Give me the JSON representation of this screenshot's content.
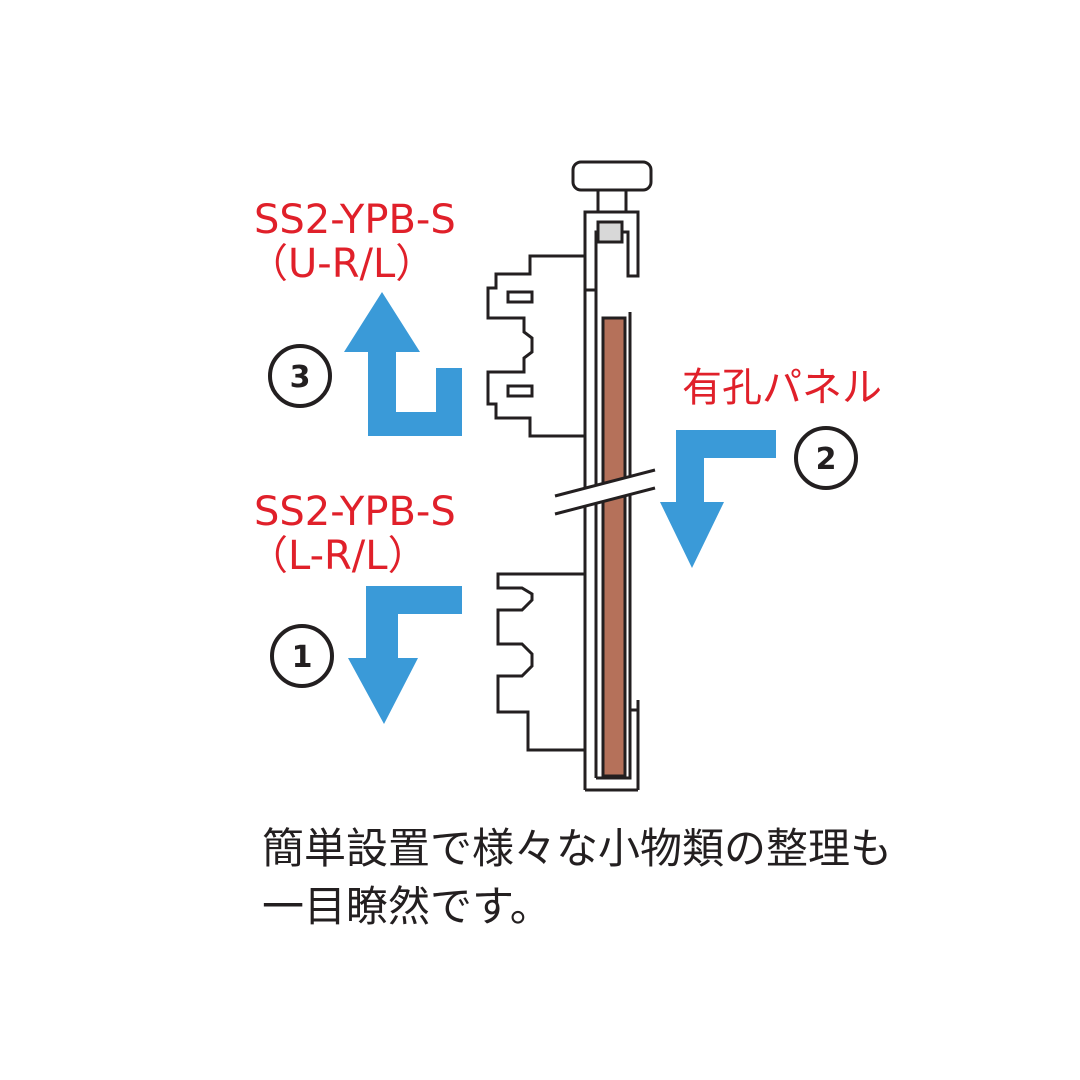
{
  "labels": {
    "upper_model": "SS2-YPB-S",
    "upper_variant": "（U-R/L）",
    "lower_model": "SS2-YPB-S",
    "lower_variant": "（L-R/L）",
    "panel": "有孔パネル"
  },
  "steps": {
    "step1": "1",
    "step2": "2",
    "step3": "3"
  },
  "caption": {
    "line1": "簡単設置で様々な小物類の整理も",
    "line2": "一目瞭然です。"
  },
  "colors": {
    "arrow": "#3a9ad8",
    "label_red": "#e0202a",
    "panel_brown": "#b5715a",
    "line": "#231f20"
  }
}
